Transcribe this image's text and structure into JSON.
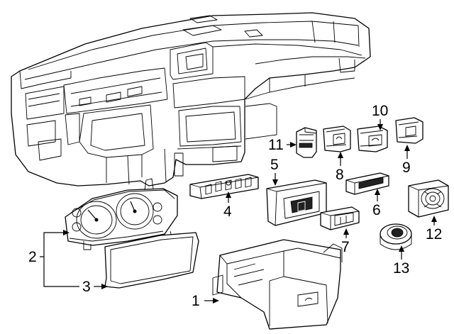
{
  "diagram": {
    "callouts": [
      {
        "id": "1",
        "label": "1"
      },
      {
        "id": "2",
        "label": "2"
      },
      {
        "id": "3",
        "label": "3"
      },
      {
        "id": "4",
        "label": "4"
      },
      {
        "id": "5",
        "label": "5"
      },
      {
        "id": "6",
        "label": "6"
      },
      {
        "id": "7",
        "label": "7"
      },
      {
        "id": "8",
        "label": "8"
      },
      {
        "id": "9",
        "label": "9"
      },
      {
        "id": "10",
        "label": "10"
      },
      {
        "id": "11",
        "label": "11"
      },
      {
        "id": "12",
        "label": "12"
      },
      {
        "id": "13",
        "label": "13"
      }
    ],
    "line_color": "#000000",
    "background": "#ffffff"
  }
}
